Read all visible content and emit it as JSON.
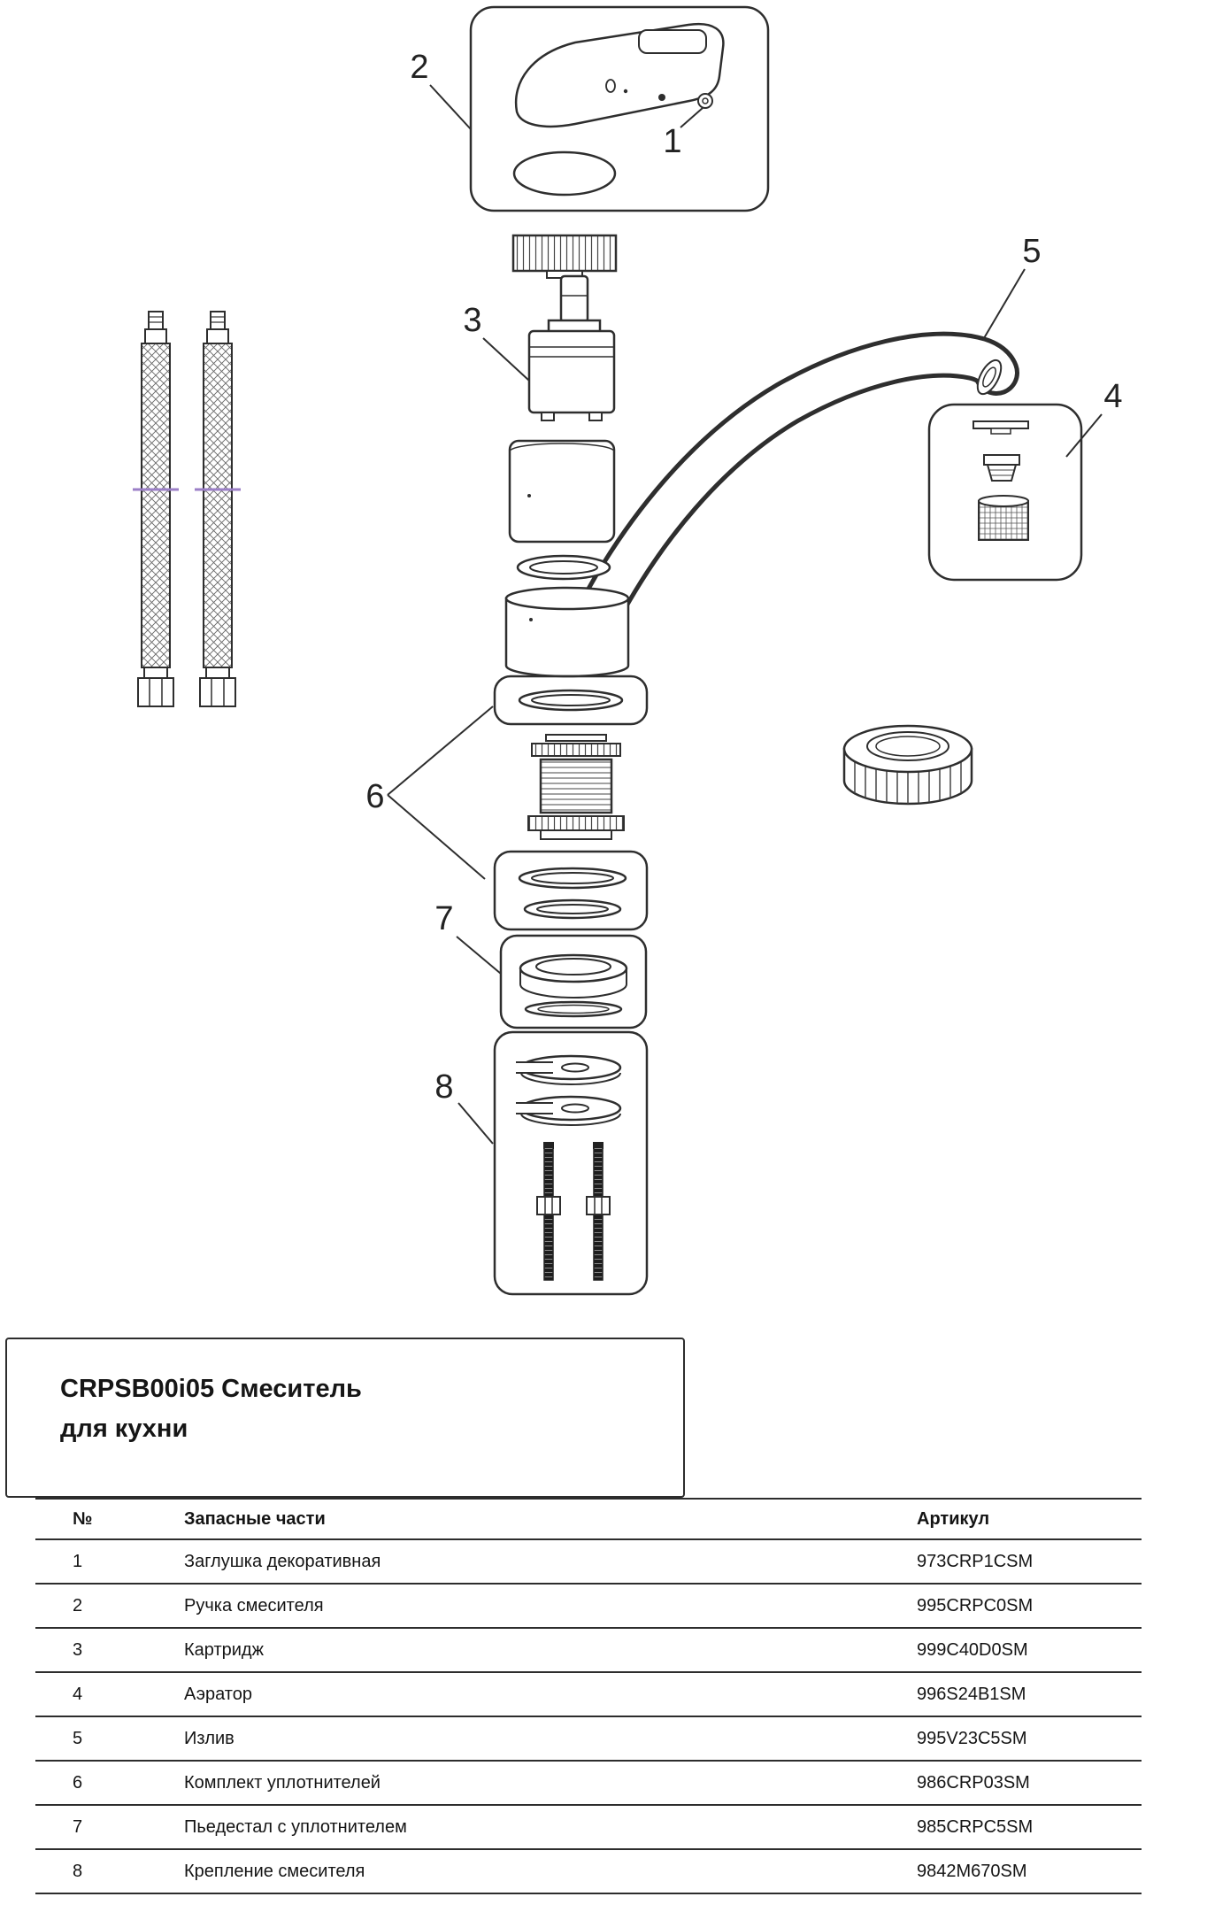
{
  "product": {
    "title_line1": "CRPSB00i05 Смеситель",
    "title_line2": "для кухни"
  },
  "parts_table": {
    "headers": {
      "num": "№",
      "name": "Запасные части",
      "sku": "Артикул"
    },
    "rows": [
      {
        "num": "1",
        "name": "Заглушка декоративная",
        "sku": "973CRP1CSM"
      },
      {
        "num": "2",
        "name": "Ручка смесителя",
        "sku": "995CRPC0SM"
      },
      {
        "num": "3",
        "name": "Картридж",
        "sku": "999C40D0SM"
      },
      {
        "num": "4",
        "name": "Аэратор",
        "sku": "996S24B1SM"
      },
      {
        "num": "5",
        "name": "Излив",
        "sku": "995V23C5SM"
      },
      {
        "num": "6",
        "name": "Комплект уплотнителей",
        "sku": "986CRP03SM"
      },
      {
        "num": "7",
        "name": "Пьедестал с уплотнителем",
        "sku": "985CRPC5SM"
      },
      {
        "num": "8",
        "name": "Крепление смесителя",
        "sku": "9842M670SM"
      }
    ]
  },
  "diagram": {
    "callouts": [
      "1",
      "2",
      "3",
      "4",
      "5",
      "6",
      "7",
      "8"
    ],
    "colors": {
      "line": "#2e2e2e",
      "hose_band": "#9b7fc7",
      "ink": "#222222"
    }
  }
}
